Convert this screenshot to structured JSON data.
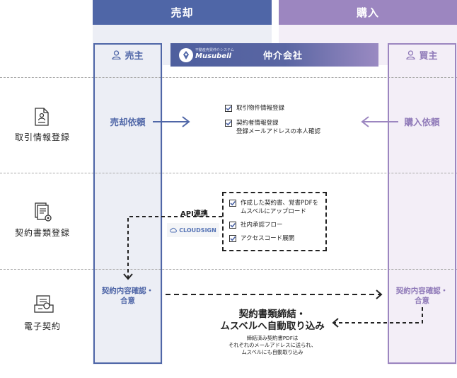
{
  "headers": {
    "sell": "売却",
    "buy": "購入"
  },
  "roles": {
    "seller": "売主",
    "broker": "仲介会社",
    "buyer": "買主"
  },
  "logo": {
    "small_text": "不動産売買仲介システム",
    "name": "Musubell"
  },
  "rows": [
    {
      "label": "取引情報登録",
      "icon": "document-profile-icon"
    },
    {
      "label": "契約書類登録",
      "icon": "document-stack-gear-icon"
    },
    {
      "label": "電子契約",
      "icon": "e-contract-icon"
    }
  ],
  "step1": {
    "seller": "売却依頼",
    "buyer": "購入依頼",
    "checks": [
      "取引物件情報登録",
      "契約者情報登録\n登録メールアドレスの本人確認"
    ]
  },
  "step2": {
    "api_label": "API連携",
    "cloudsign": "CLOUDSIGN",
    "checks": [
      "作成した契約書、覚書PDFを\nムスベルにアップロード",
      "社内承認フロー",
      "アクセスコード展開"
    ]
  },
  "step3": {
    "seller": "契約内容確認・\n合意",
    "buyer": "契約内容確認・\n合意",
    "title": "契約書類締結・\nムスベルへ自動取り込み",
    "note": "締結済み契約書PDFは\nそれぞれのメールアドレスに送られ、\nムスベルにも自動取り込み"
  },
  "colors": {
    "sell": "#4f66a7",
    "buy": "#9c86c0",
    "check": "#4f66a7"
  }
}
